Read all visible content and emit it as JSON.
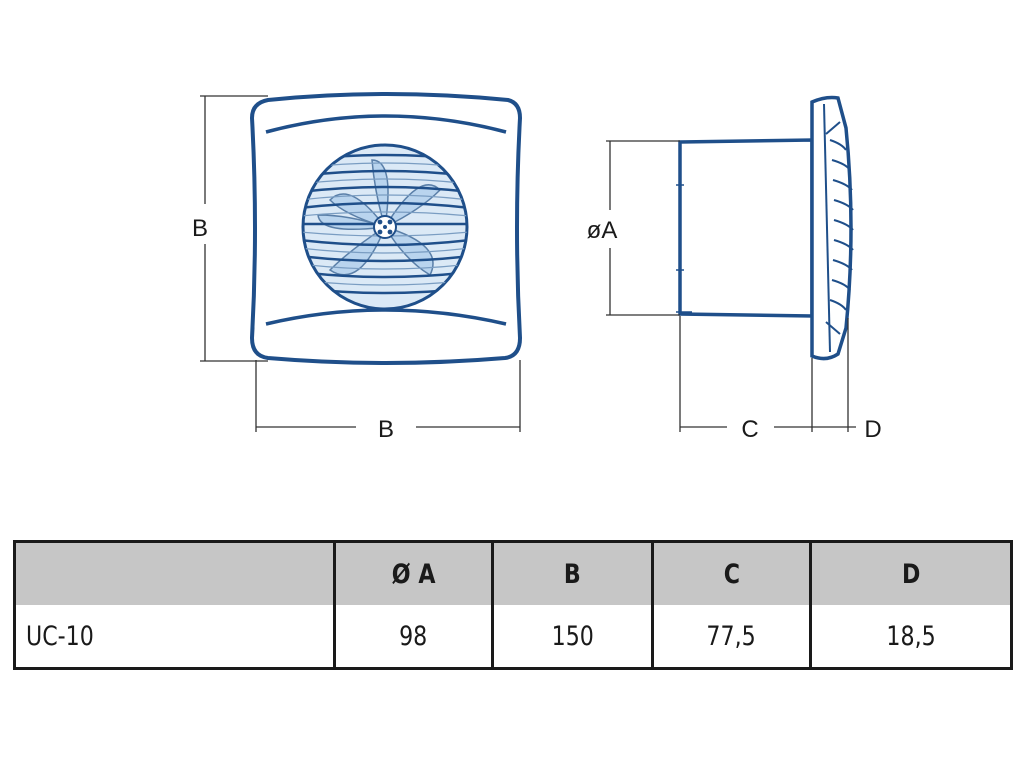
{
  "drawing": {
    "front_view": {
      "height_label": "B",
      "width_label": "B"
    },
    "side_view": {
      "diameter_label": "øA",
      "depth_label": "C",
      "front_depth_label": "D"
    },
    "colors": {
      "outline": "#1f4f8a",
      "fan_fill": "#cfe3f5",
      "dimension_line": "#333333"
    }
  },
  "table": {
    "headers": [
      "",
      "Ø A",
      "B",
      "C",
      "D"
    ],
    "rows": [
      [
        "UC-10",
        "98",
        "150",
        "77,5",
        "18,5"
      ]
    ],
    "header_background": "#c6c6c6"
  }
}
